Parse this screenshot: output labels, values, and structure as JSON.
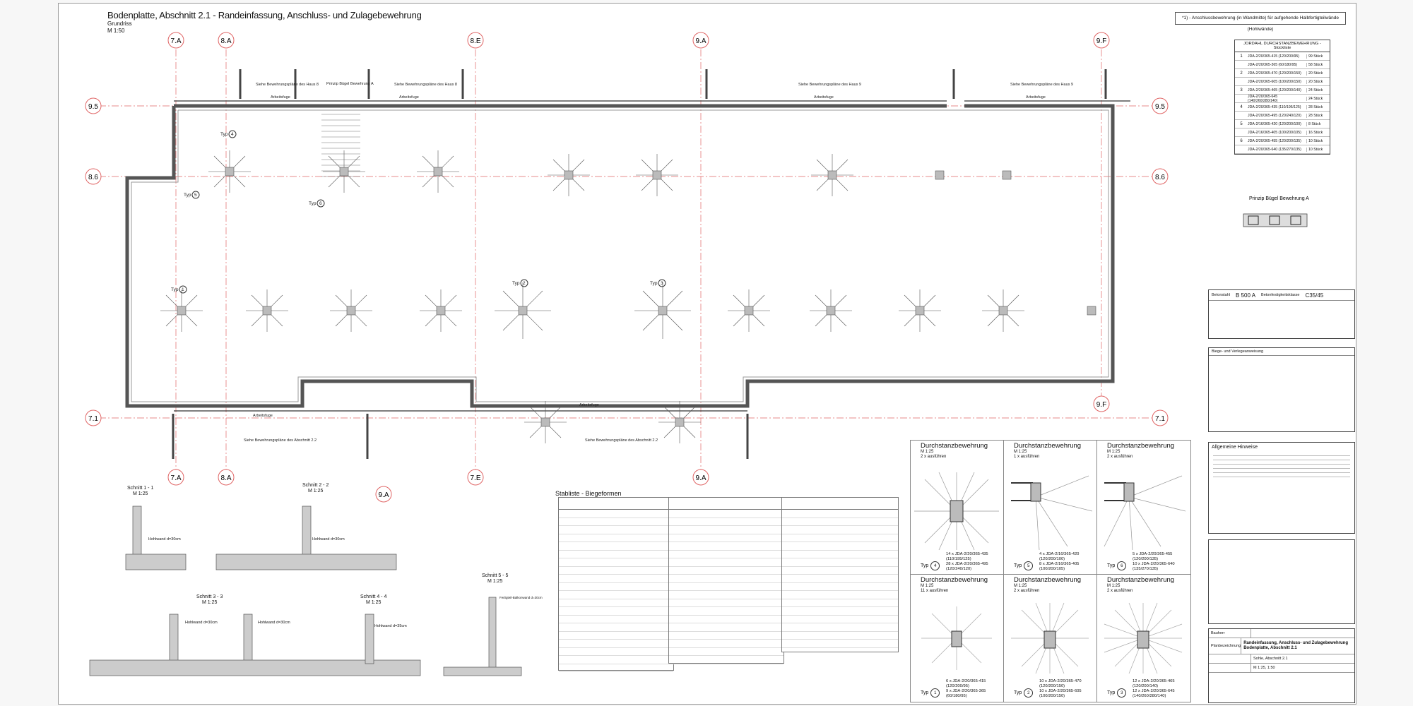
{
  "title": {
    "main": "Bodenplatte, Abschnitt 2.1 - Randeinfassung, Anschluss- und Zulagebewehrung",
    "view": "Grundriss",
    "scale": "M 1:50"
  },
  "note_top_right": "*1) - Anschlussbewehrung (in Wandmitte) für aufgehende Halbfertigteilwände (Hohlwände)",
  "axes": {
    "top": [
      "7.A",
      "8.A",
      "8.E",
      "9.A",
      "9.F"
    ],
    "bottom": [
      "7.A",
      "8.A",
      "7.E",
      "9.A"
    ],
    "left": [
      "9.5",
      "8.6",
      "7.1"
    ],
    "right": [
      "9.5",
      "8.6",
      "7.1"
    ],
    "other": [
      "9.F",
      "9.A"
    ]
  },
  "plan_labels": {
    "arbeitsfuge": "Arbeitsfuge",
    "see_haus": "Siehe Bewehrungspläne des Haus 8",
    "see_haus9": "Siehe Bewehrungspläne des Haus 9",
    "see_abschnitt": "Siehe Bewehrungspläne des Abschnitt 2.2",
    "prinzip": "Prinzip Bügel Bewehrung A",
    "typ": "Typ"
  },
  "typ_markers": [
    {
      "label": "Typ",
      "num": "5"
    },
    {
      "label": "Typ",
      "num": "4"
    },
    {
      "label": "Typ",
      "num": "6"
    },
    {
      "label": "Typ",
      "num": "1"
    },
    {
      "label": "Typ",
      "num": "2"
    },
    {
      "label": "Typ",
      "num": "3"
    }
  ],
  "jordahl": {
    "header": "JORDAHL DURCHSTANZBEWEHRUNG - Stückliste",
    "rows": [
      {
        "num": "1",
        "article": "JDA-2/20/365-415 (120/200/95)",
        "qty": "99 Stück"
      },
      {
        "num": "",
        "article": "JDA-2/20/365-365 (60/180/95)",
        "qty": "58 Stück"
      },
      {
        "num": "2",
        "article": "JDA-2/20/365-470 (120/200/150)",
        "qty": "20 Stück"
      },
      {
        "num": "",
        "article": "JDA-2/20/365-605 (100/200/150)",
        "qty": "20 Stück"
      },
      {
        "num": "3",
        "article": "JDA-2/20/365-465 (120/200/140)",
        "qty": "24 Stück"
      },
      {
        "num": "",
        "article": "JDA-2/20/365-645 (140/260/280/140)",
        "qty": "24 Stück"
      },
      {
        "num": "4",
        "article": "JDA-2/20/365-435 (110/195/125)",
        "qty": "28 Stück"
      },
      {
        "num": "",
        "article": "JDA-2/20/365-495 (120/240/120)",
        "qty": "28 Stück"
      },
      {
        "num": "5",
        "article": "JDA-2/16/365-420 (120/200/100)",
        "qty": "8 Stück"
      },
      {
        "num": "",
        "article": "JDA-2/16/365-405 (100/200/105)",
        "qty": "16 Stück"
      },
      {
        "num": "6",
        "article": "JDA-2/20/365-455 (120/200/135)",
        "qty": "10 Stück"
      },
      {
        "num": "",
        "article": "JDA-2/20/365-640 (135/270/135)",
        "qty": "10 Stück"
      }
    ]
  },
  "material": {
    "label_steel": "Betonstahl",
    "steel": "B 500 A",
    "label_concrete": "Betonfestigkeitsklasse",
    "concrete": "C35/45"
  },
  "bend_box_title": "Biege- und Verlegeanweisung",
  "hints_title": "Allgemeine Hinweise",
  "stamp": {
    "bauherr": "Bauherr",
    "planverfasser": "Planbezeichnung",
    "project_title": "Randeinfassung, Anschluss- und Zulagebewehrung\nBodenplatte, Abschnitt 2.1",
    "abschnitt": "Sohle, Abschnitt 2.1",
    "massstab": "M 1:25, 1:50"
  },
  "sections": [
    {
      "name": "Schnitt 1 - 1",
      "scale": "M 1:25"
    },
    {
      "name": "Schnitt 2 - 2",
      "scale": "M 1:25"
    },
    {
      "name": "Schnitt 3 - 3",
      "scale": "M 1:25"
    },
    {
      "name": "Schnitt 4 - 4",
      "scale": "M 1:25"
    },
    {
      "name": "Schnitt 5 - 5",
      "scale": "M 1:25"
    }
  ],
  "section_notes": {
    "hohlwand30": "Hohlwand d=30cm",
    "hohlwand35": "Hohlwand d=35cm",
    "fertigteil": "Fertigteil-Balkonwand d=30cm"
  },
  "stabliste_title": "Stabliste - Biegeformen",
  "durchstanz": [
    {
      "title": "Durchstanzbewehrung",
      "scale": "M 1:25",
      "count": "2 x ausführen",
      "typ": "4",
      "spec1": "14 x JDA-2/20/365-435 (110/195/125)",
      "spec2": "28 x JDA-2/20/365-495 (120/240/120)"
    },
    {
      "title": "Durchstanzbewehrung",
      "scale": "M 1:25",
      "count": "1 x ausführen",
      "typ": "5",
      "spec1": "4 x JDA-2/16/365-420 (120/200/100)",
      "spec2": "8 x JDA-2/16/365-405 (100/200/105)"
    },
    {
      "title": "Durchstanzbewehrung",
      "scale": "M 1:25",
      "count": "2 x ausführen",
      "typ": "6",
      "spec1": "5 x JDA-2/20/365-455 (120/200/135)",
      "spec2": "10 x JDA-2/20/365-640 (135/270/135)"
    },
    {
      "title": "Durchstanzbewehrung",
      "scale": "M 1:25",
      "count": "11 x ausführen",
      "typ": "1",
      "spec1": "6 x JDA-2/20/365-415 (120/200/95)",
      "spec2": "9 x JDA-2/20/365-365 (60/180/95)"
    },
    {
      "title": "Durchstanzbewehrung",
      "scale": "M 1:25",
      "count": "2 x ausführen",
      "typ": "2",
      "spec1": "10 x JDA-2/20/365-470 (120/200/150)",
      "spec2": "10 x JDA-2/20/365-605 (100/200/150)"
    },
    {
      "title": "Durchstanzbewehrung",
      "scale": "M 1:25",
      "count": "2 x ausführen",
      "typ": "3",
      "spec1": "12 x JDA-2/20/365-465 (120/200/140)",
      "spec2": "12 x JDA-2/20/365-645 (140/260/280/140)"
    }
  ]
}
